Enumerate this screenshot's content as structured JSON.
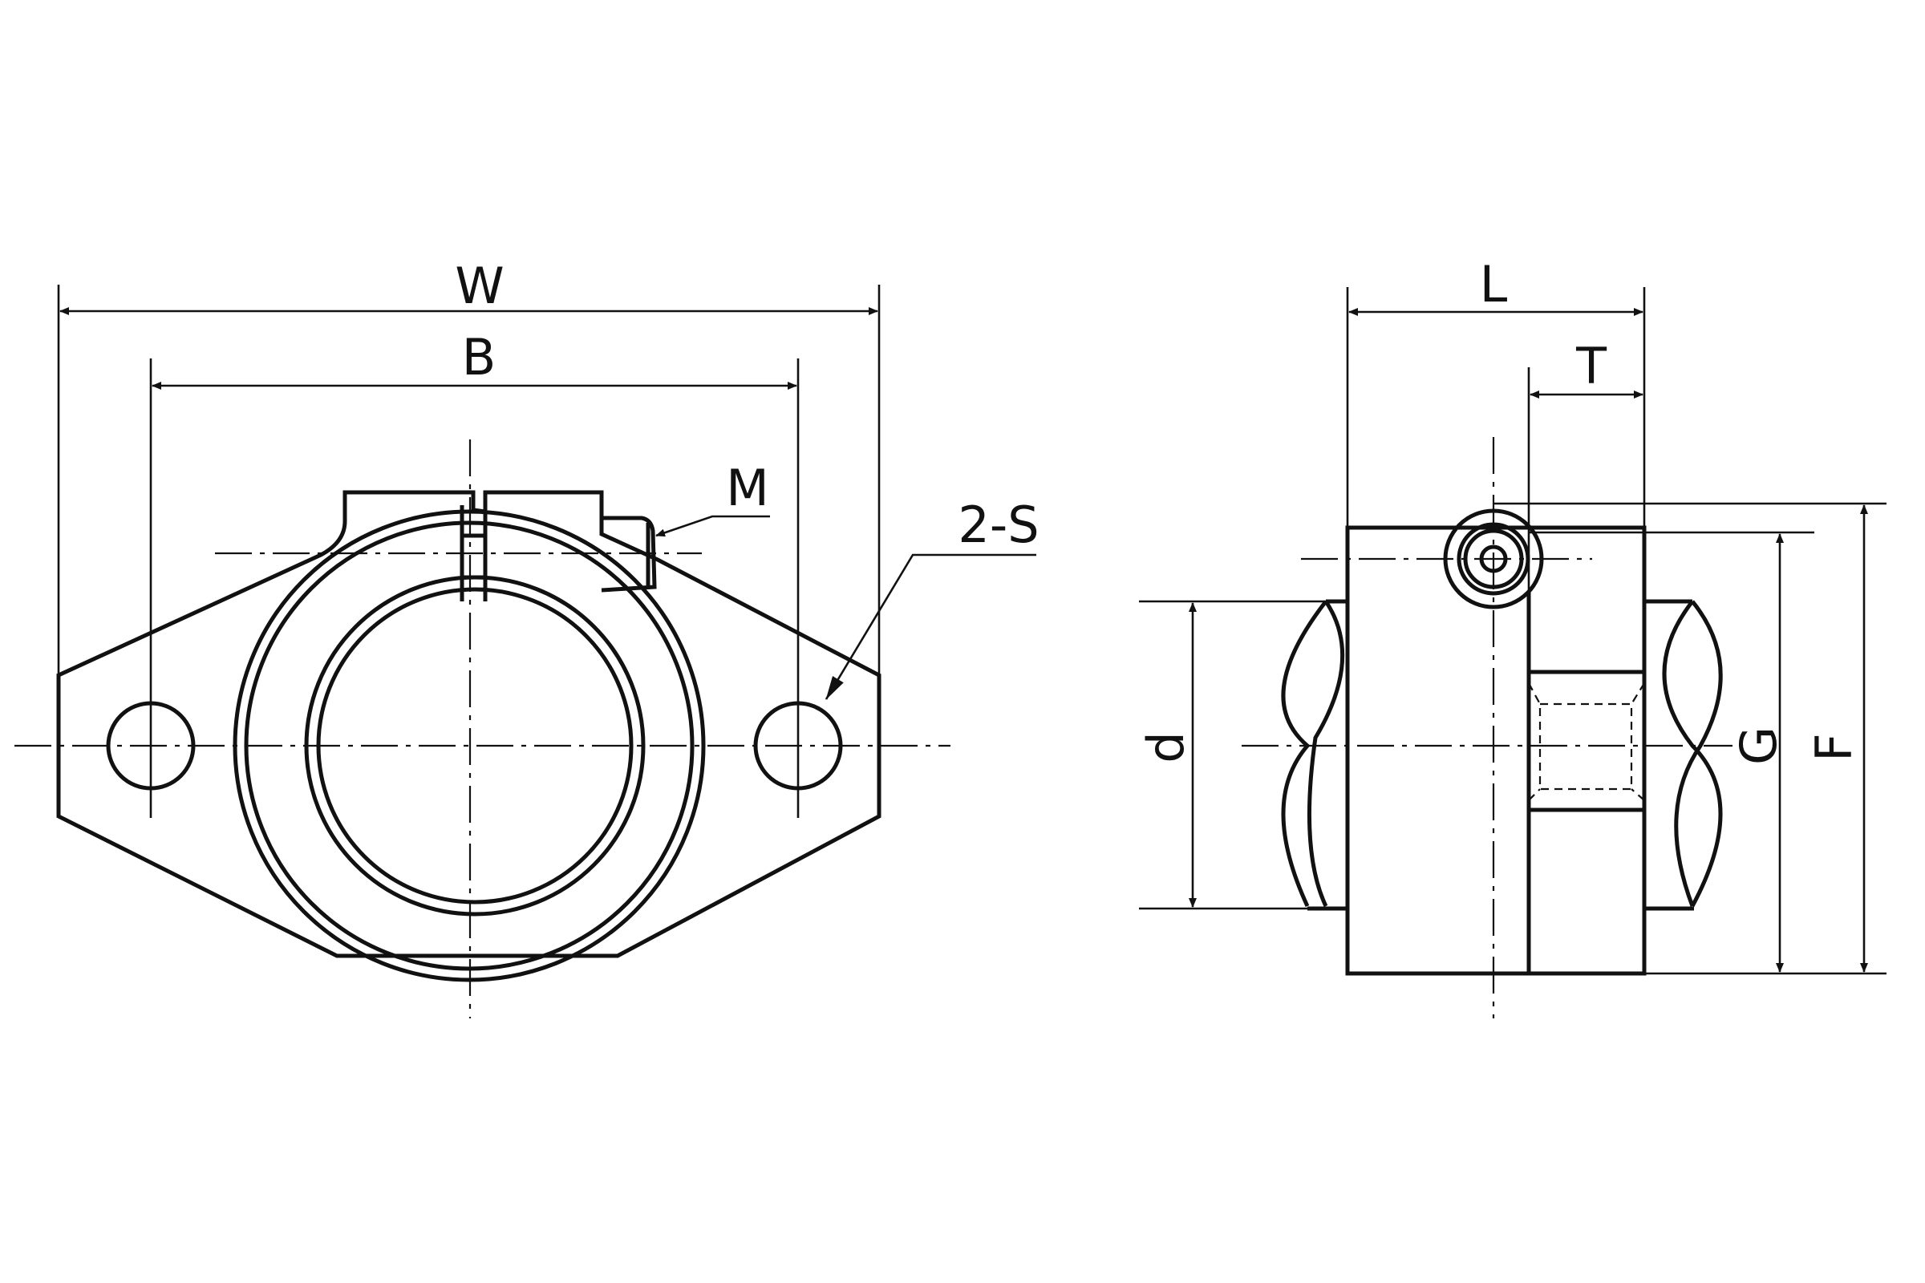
{
  "labels": {
    "W": "W",
    "B": "B",
    "M": "M",
    "S": "2-S",
    "L": "L",
    "T": "T",
    "d": "d",
    "G": "G",
    "F": "F"
  }
}
